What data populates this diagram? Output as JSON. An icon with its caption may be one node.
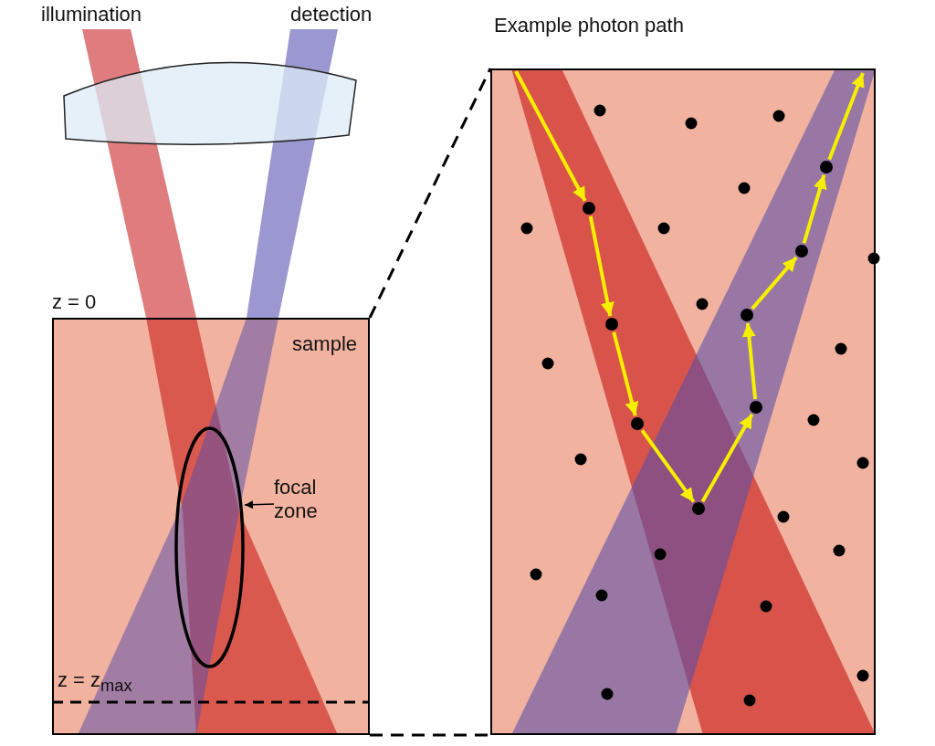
{
  "diagram": {
    "nodes": [
      {
        "text": [
          "sample"
        ]
      },
      {
        "text": [],
        "shape": "ellipse",
        "in": 0
      },
      {
        "text": [
          "focal zone"
        ],
        "in": 0
      },
      {
        "text": [
          "Example photon path"
        ]
      },
      {
        "text": [],
        "shape": "circle",
        "in": 3
      },
      {
        "text": [],
        "shape": "circle",
        "in": 3
      },
      {
        "text": [],
        "shape": "circle",
        "in": 3
      },
      {
        "text": [],
        "shape": "circle",
        "in": 3
      },
      {
        "text": [],
        "shape": "circle",
        "in": 3
      },
      {
        "text": [],
        "shape": "circle",
        "in": 3
      },
      {
        "text": [],
        "shape": "circle",
        "in": 3
      },
      {
        "text": [],
        "shape": "circle",
        "in": 3
      }
    ],
    "edges": [
      {
        "from": 2,
        "to": 1,
        "arrow": "to",
        "color": "#000000"
      },
      {
        "from": 0,
        "to": 3,
        "arrow": "none",
        "style": "dashed",
        "color": "#000000"
      },
      {
        "from": 0,
        "to": 3,
        "arrow": "none",
        "style": "dashed",
        "color": "#000000"
      },
      {
        "from": null,
        "to": 4,
        "arrow": "to"
      },
      {
        "from": 4,
        "to": 5,
        "arrow": "to"
      },
      {
        "from": 5,
        "to": 6,
        "arrow": "to"
      },
      {
        "from": 6,
        "to": 7,
        "arrow": "to"
      },
      {
        "from": 7,
        "to": 8,
        "arrow": "to"
      },
      {
        "from": 8,
        "to": 9,
        "arrow": "to"
      },
      {
        "from": 9,
        "to": 10,
        "arrow": "to"
      },
      {
        "from": 10,
        "to": 11,
        "arrow": "to"
      },
      {
        "from": 11,
        "to": null,
        "arrow": "to"
      }
    ],
    "labels": [
      "illumination",
      "detection",
      "z = 0",
      "z = z$_{max}$"
    ]
  }
}
